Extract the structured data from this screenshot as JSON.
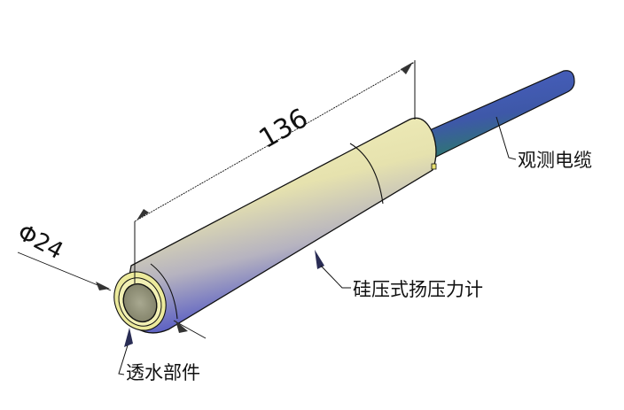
{
  "diagram": {
    "type": "isometric-technical-drawing",
    "subject": "silicon piezoresistive uplift pressure gauge",
    "dimensions": {
      "length": "136",
      "diameter": "Φ24"
    },
    "labels": {
      "cable": "观测电缆",
      "gauge_body": "硅压式扬压力计",
      "permeable_part": "透水部件"
    },
    "colors": {
      "body_light": "#f4f2b6",
      "body_mid": "#c9c4b0",
      "body_shadow": "#4a4fc0",
      "cable_blue": "#4a5fb8",
      "cable_green": "#2f7a70",
      "end_face": "#9a9a82",
      "outline": "#111111"
    }
  }
}
